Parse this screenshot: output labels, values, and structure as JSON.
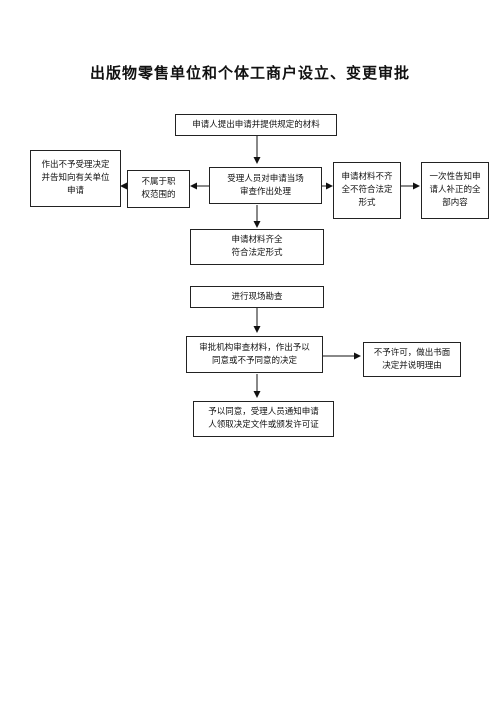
{
  "title": "出版物零售单位和个体工商户设立、变更审批",
  "steps": {
    "submit": [
      "申请人提出申请并提供规定的材料"
    ],
    "review": [
      "受理人员对申请当场",
      "审查作出处理"
    ],
    "not_in_scope": [
      "不属于职",
      "权范围的"
    ],
    "not_in_scope_result": [
      "作出不予受理决定",
      "并告知向有关单位",
      "申请"
    ],
    "incomplete": [
      "申请材料不齐",
      "全不符合法定",
      "形式"
    ],
    "incomplete_result": [
      "一次性告知申",
      "请人补正的全",
      "部内容"
    ],
    "complete": [
      "申请材料齐全",
      "符合法定形式"
    ],
    "inspection": [
      "进行现场勘查"
    ],
    "decision": [
      "审批机构审查材料，作出予以",
      "同意或不予同意的决定"
    ],
    "reject": [
      "不予许可，做出书面",
      "决定并说明理由"
    ],
    "approve": [
      "予以同意，受理人员通知申请",
      "人领取决定文件或颁发许可证"
    ]
  }
}
